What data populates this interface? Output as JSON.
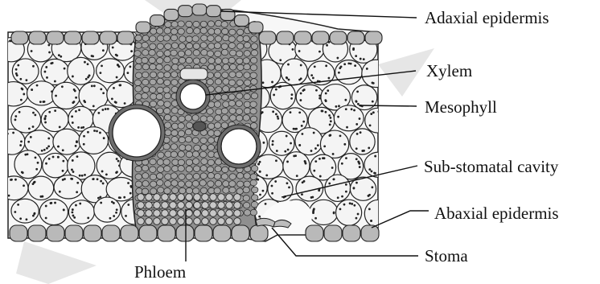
{
  "labels": {
    "adaxial_epidermis": "Adaxial epidermis",
    "xylem": "Xylem",
    "mesophyll": "Mesophyll",
    "substomatal_cavity": "Sub-stomatal cavity",
    "abaxial_epidermis": "Abaxial epidermis",
    "stoma": "Stoma",
    "phloem": "Phloem"
  },
  "colors": {
    "outline": "#222222",
    "mesophyll_fill": "#f4f4f4",
    "bundle_fill": "#8a8a8a",
    "epidermis_fill": "#b9b9b9",
    "phloem_fill": "#9c9c9c",
    "vessel_fill": "#ffffff",
    "watermark": "#e4e4e4"
  }
}
